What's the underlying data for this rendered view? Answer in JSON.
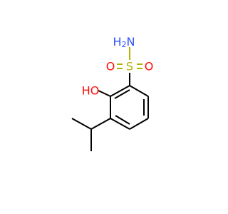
{
  "molecule": {
    "atoms": {
      "sulfur": "S",
      "oxygen_left": "O",
      "oxygen_right": "O",
      "amine_h2": "H2N",
      "hydroxyl": "HO"
    },
    "colors": {
      "sulfur": "#b2b200",
      "oxygen": "#ff0d0d",
      "nitrogen": "#2f50f8",
      "carbon_bond": "#000000",
      "background": "#ffffff"
    }
  }
}
